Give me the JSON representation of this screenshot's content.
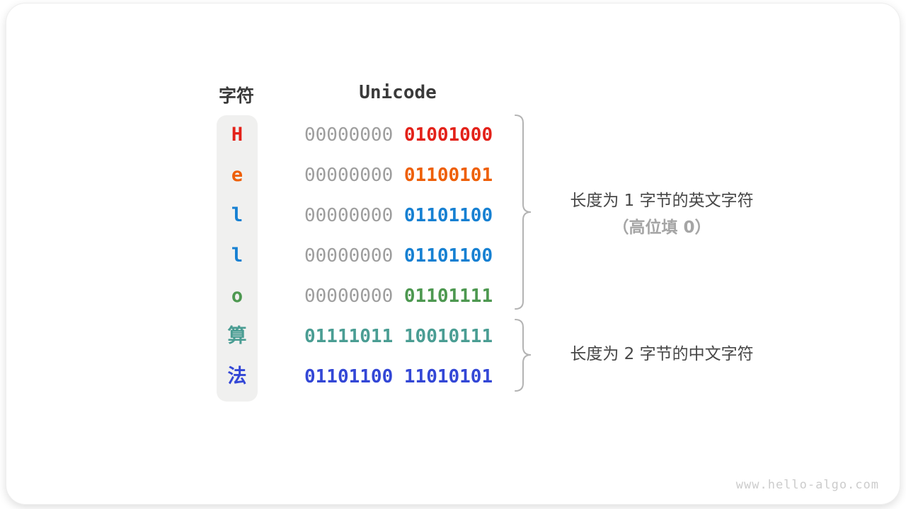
{
  "table": {
    "headers": {
      "char": "字符",
      "unicode": "Unicode"
    },
    "rows": [
      {
        "char": "H",
        "bytes": [
          "00000000",
          "01001000"
        ],
        "color": "#e32119",
        "high_byte_dim": true
      },
      {
        "char": "e",
        "bytes": [
          "00000000",
          "01100101"
        ],
        "color": "#ee5f07",
        "high_byte_dim": true
      },
      {
        "char": "l",
        "bytes": [
          "00000000",
          "01101100"
        ],
        "color": "#1680d2",
        "high_byte_dim": true
      },
      {
        "char": "l",
        "bytes": [
          "00000000",
          "01101100"
        ],
        "color": "#1680d2",
        "high_byte_dim": true
      },
      {
        "char": "o",
        "bytes": [
          "00000000",
          "01101111"
        ],
        "color": "#4d9850",
        "high_byte_dim": true
      },
      {
        "char": "算",
        "bytes": [
          "01111011",
          "10010111"
        ],
        "color": "#4a9d93",
        "high_byte_dim": false
      },
      {
        "char": "法",
        "bytes": [
          "01101100",
          "11010101"
        ],
        "color": "#3347d6",
        "high_byte_dim": false
      }
    ]
  },
  "annotations": {
    "english": {
      "line1": "长度为 1 字节的英文字符",
      "line2": "（高位填 0）"
    },
    "chinese": {
      "line1": "长度为 2 字节的中文字符"
    }
  },
  "watermark": "www.hello-algo.com",
  "colors": {
    "dim_zero": "#9d9d9d",
    "header_text": "#3a3a3a",
    "annotation_text": "#474747",
    "annotation_muted": "#a5a5a5",
    "brace": "#b3b3b3",
    "char_column_bg": "#f0f0ef",
    "watermark": "#cccccc"
  }
}
